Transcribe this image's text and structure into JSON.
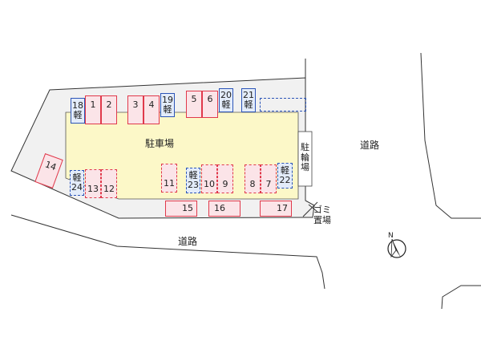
{
  "labels": {
    "parking_lot": "駐車場",
    "bicycle_parking": [
      "駐",
      "輪",
      "場"
    ],
    "garbage": [
      "ゴミ",
      "置場"
    ],
    "road_right": "道路",
    "road_bottom": "道路"
  },
  "spaces": {
    "s1": "1",
    "s2": "2",
    "s3": "3",
    "s4": "4",
    "s5": "5",
    "s6": "6",
    "s7": "7",
    "s8": "8",
    "s9": "9",
    "s10": "10",
    "s11": "11",
    "s12": "12",
    "s13": "13",
    "s14": "14",
    "s15": "15",
    "s16": "16",
    "s17": "17",
    "s18": "18",
    "s19": "19",
    "s20": "20",
    "s21": "21",
    "s22": "22",
    "s23": "23",
    "s24": "24",
    "kei": "軽"
  },
  "icons": {
    "compass": "north-arrow-icon"
  },
  "colors": {
    "lot_fill": "#fcf8c8",
    "standard_space": "#e0394b",
    "kei_space": "#2c55b8",
    "line": "#444444",
    "site_fill": "#f1f1f1"
  }
}
